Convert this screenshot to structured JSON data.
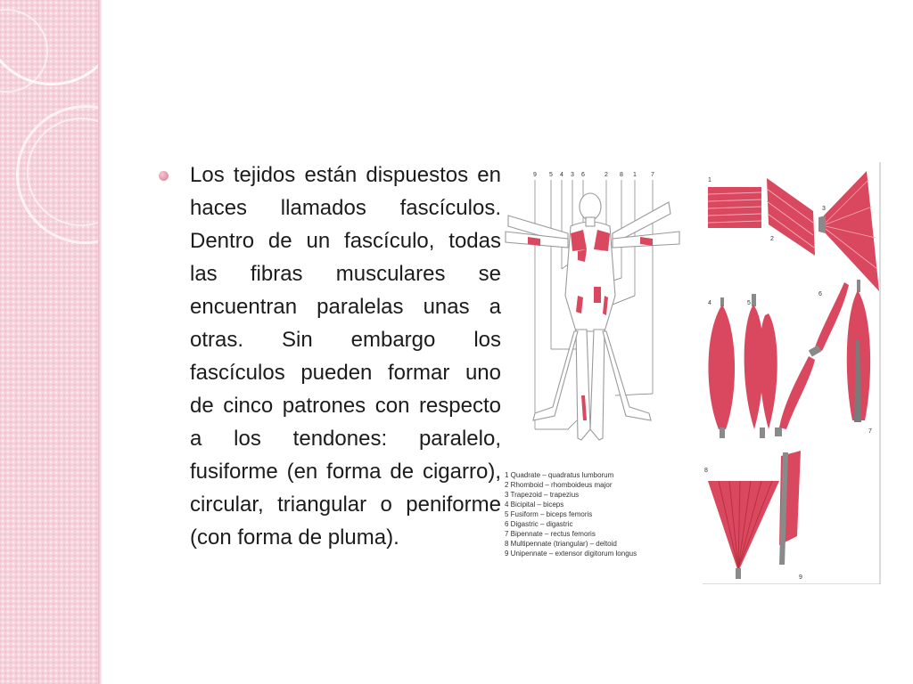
{
  "slide": {
    "body_text": "Los tejidos están dispuestos en haces llamados fascículos. Dentro de un fascículo, todas las fibras musculares se encuentran paralelas unas a otras. Sin embargo los fascículos pueden formar uno de cinco patrones con respecto a los tendones: paralelo, fusiforme (en forma de cigarro), circular, triangular o peniforme (con forma de pluma)."
  },
  "figure": {
    "top_numbers": [
      "9",
      "5",
      "4",
      "3",
      "6",
      "2",
      "8",
      "1",
      "7"
    ],
    "shape_labels": [
      "1",
      "2",
      "3",
      "4",
      "5",
      "6",
      "7",
      "8",
      "9"
    ],
    "legend": [
      "1 Quadrate – quadratus lumborum",
      "2 Rhomboid – rhomboideus major",
      "3 Trapezoid – trapezius",
      "4 Bicipital – biceps",
      "5 Fusiform – biceps femoris",
      "6 Digastric – digastric",
      "7 Bipennate – rectus femoris",
      "8 Multipennate (triangular) – deltoid",
      "9 Unipennate – extensor digitorum longus"
    ]
  },
  "colors": {
    "muscle": "#d9485f",
    "muscle_dark": "#b8303f",
    "tendon": "#8a8a8a",
    "accent_pink": "#f6d3dc"
  }
}
